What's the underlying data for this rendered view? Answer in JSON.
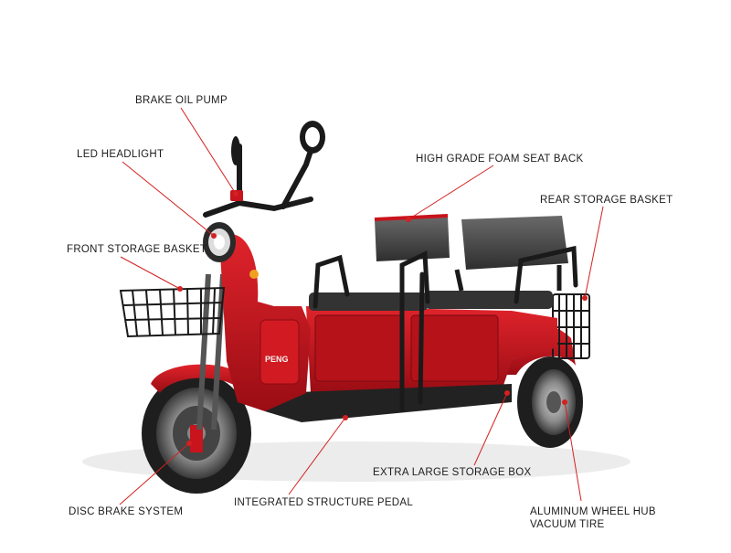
{
  "callouts": {
    "brake_oil_pump": "BRAKE OIL PUMP",
    "led_headlight": "LED HEADLIGHT",
    "front_storage_basket": "FRONT STORAGE BASKET",
    "foam_seat_back": "HIGH GRADE FOAM SEAT BACK",
    "rear_storage_basket": "REAR STORAGE BASKET",
    "extra_large_storage_box": "EXTRA LARGE STORAGE BOX",
    "integrated_pedal": "INTEGRATED STRUCTURE PEDAL",
    "disc_brake_system": "DISC BRAKE SYSTEM",
    "wheel_hub_line1": "ALUMINUM WHEEL HUB",
    "wheel_hub_line2": "VACUUM TIRE"
  },
  "product": {
    "brand_text": "PENG"
  },
  "colors": {
    "body_red": "#c8141c",
    "dark_red": "#8c0c12",
    "frame_black": "#1a1a1a",
    "leader_line": "#d42020",
    "tire": "#1e1e1e",
    "seat_grey": "#4a4a4a",
    "background": "#ffffff"
  }
}
